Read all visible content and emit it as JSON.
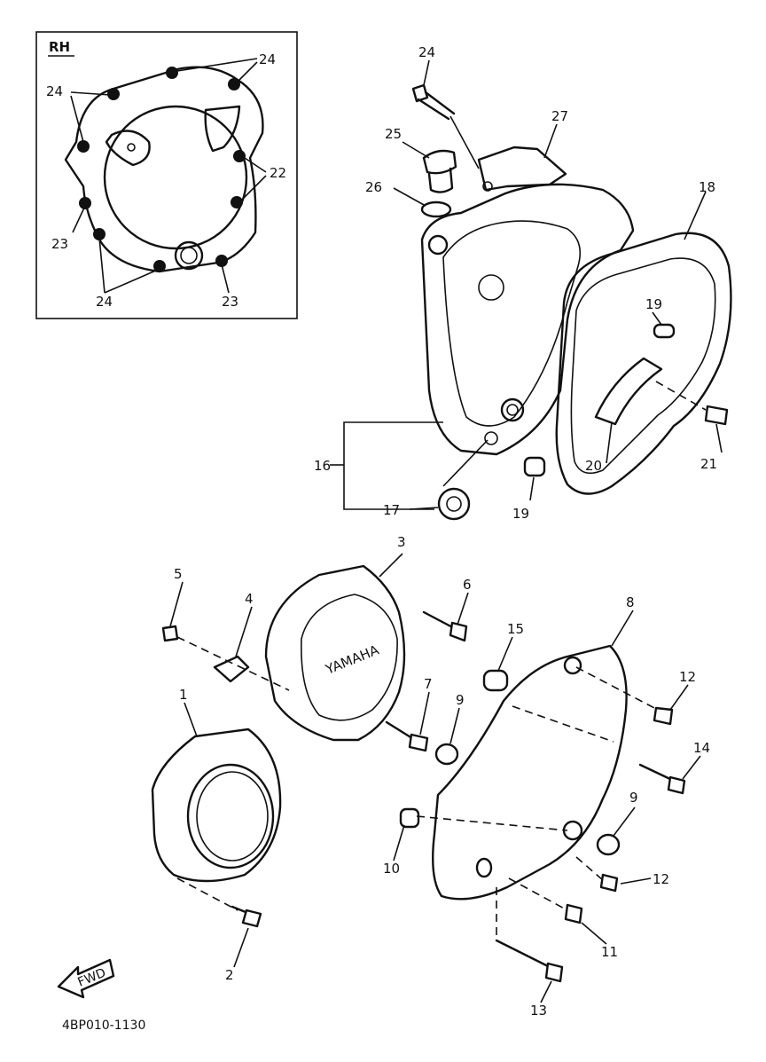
{
  "inset": {
    "title": "RH"
  },
  "callouts": {
    "c1": "1",
    "c2": "2",
    "c3": "3",
    "c4": "4",
    "c5": "5",
    "c6": "6",
    "c7": "7",
    "c8": "8",
    "c9a": "9",
    "c9b": "9",
    "c10": "10",
    "c11": "11",
    "c12a": "12",
    "c12b": "12",
    "c13": "13",
    "c14": "14",
    "c15": "15",
    "c16": "16",
    "c17": "17",
    "c18": "18",
    "c19a": "19",
    "c19b": "19",
    "c20": "20",
    "c21": "21",
    "c24top": "24",
    "c25": "25",
    "c26": "26",
    "c27": "27",
    "i24a": "24",
    "i24b": "24",
    "i24c": "24",
    "i22": "22",
    "i23a": "23",
    "i23b": "23"
  },
  "front_badge": "FWD",
  "drawing_code": "4BP010-1130"
}
